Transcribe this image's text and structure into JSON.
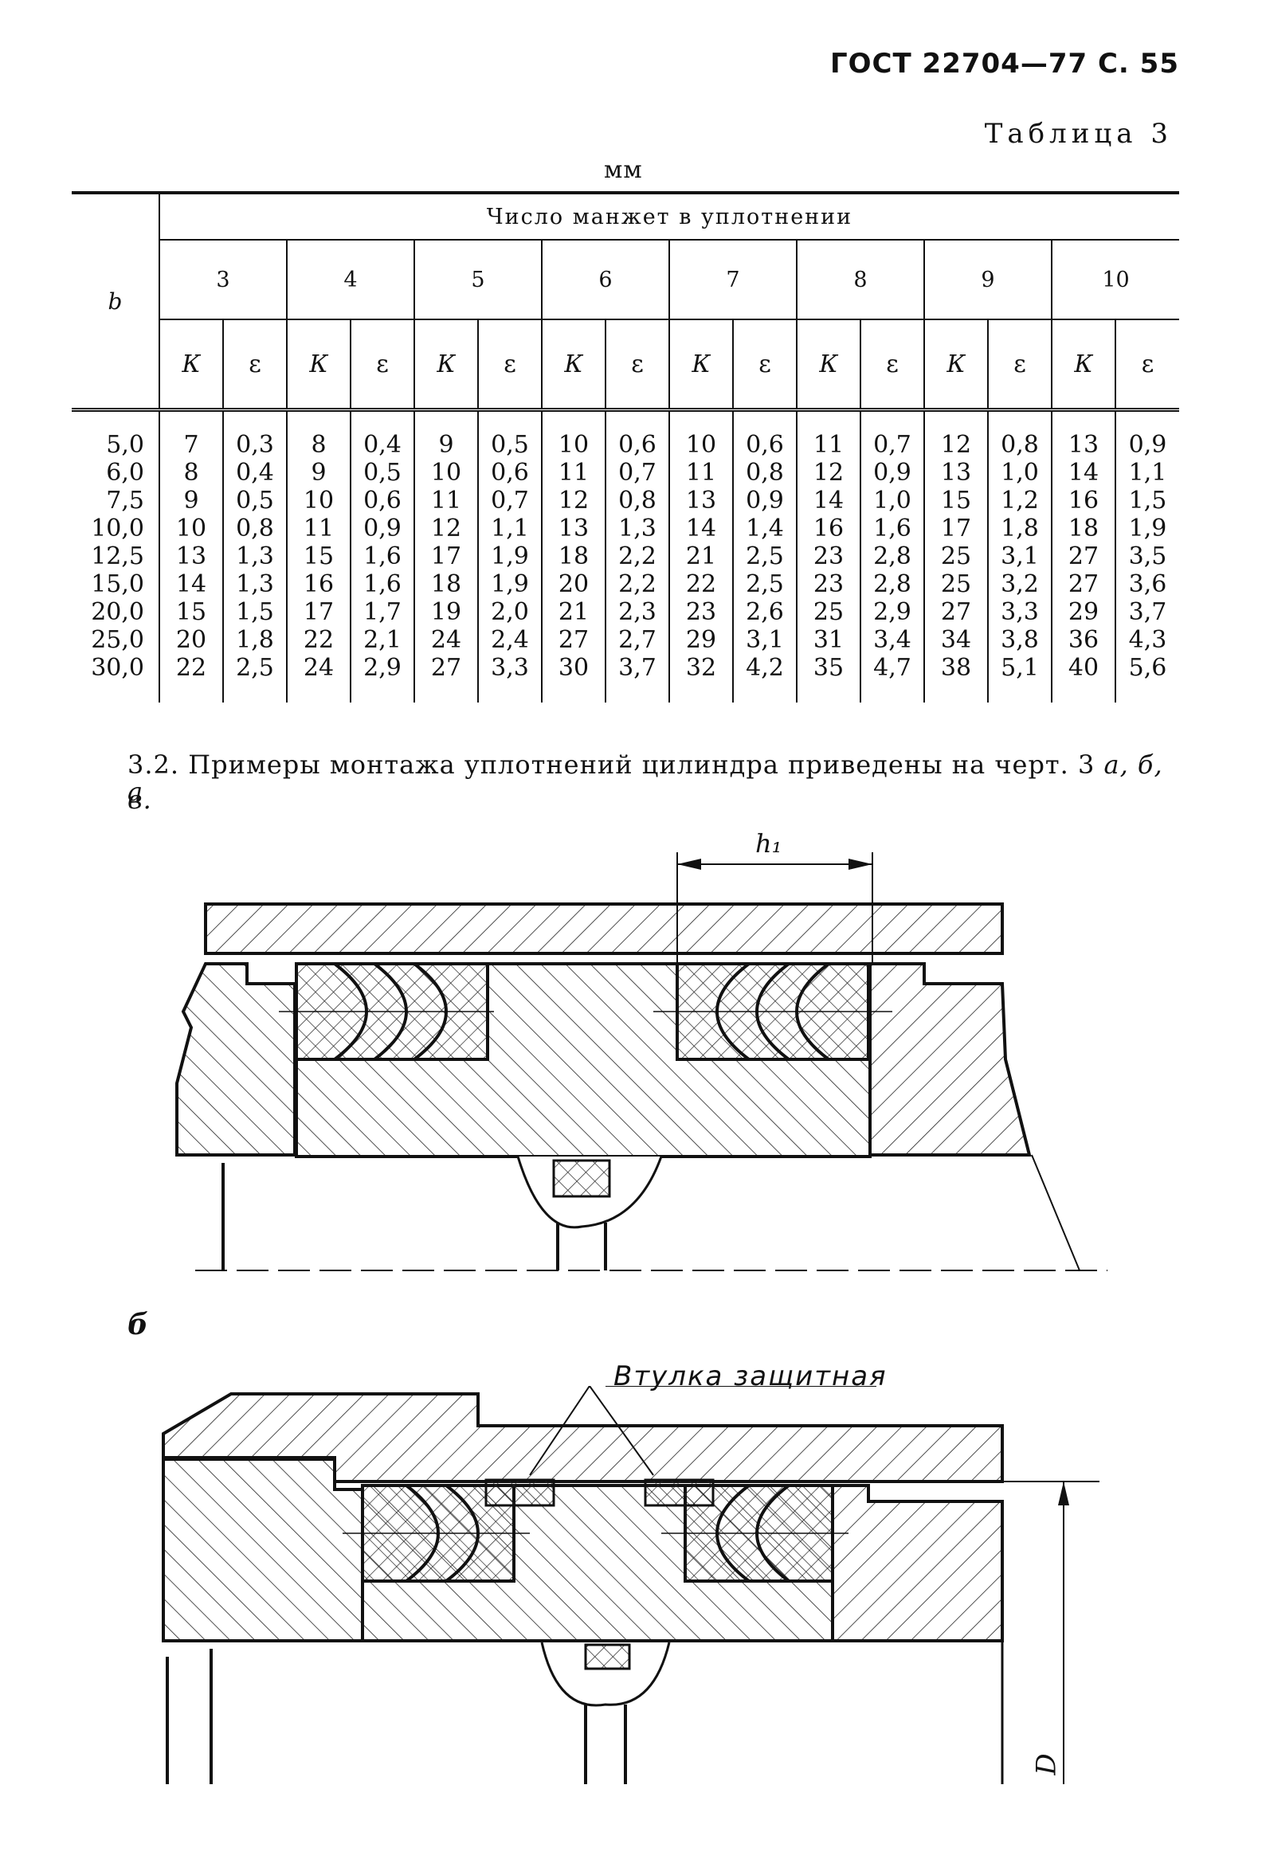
{
  "header": {
    "standard": "ГОСТ 22704—77 С. 55"
  },
  "table": {
    "title": "Таблица 3",
    "units": "мм",
    "b_label": "b",
    "group_label": "Число манжет в уплотнении",
    "counts": [
      "3",
      "4",
      "5",
      "6",
      "7",
      "8",
      "9",
      "10"
    ],
    "sub_k": "К",
    "sub_e": "ε",
    "rows": [
      {
        "b": "5,0",
        "cells": [
          "7",
          "0,3",
          "8",
          "0,4",
          "9",
          "0,5",
          "10",
          "0,6",
          "10",
          "0,6",
          "11",
          "0,7",
          "12",
          "0,8",
          "13",
          "0,9"
        ]
      },
      {
        "b": "6,0",
        "cells": [
          "8",
          "0,4",
          "9",
          "0,5",
          "10",
          "0,6",
          "11",
          "0,7",
          "11",
          "0,8",
          "12",
          "0,9",
          "13",
          "1,0",
          "14",
          "1,1"
        ]
      },
      {
        "b": "7,5",
        "cells": [
          "9",
          "0,5",
          "10",
          "0,6",
          "11",
          "0,7",
          "12",
          "0,8",
          "13",
          "0,9",
          "14",
          "1,0",
          "15",
          "1,2",
          "16",
          "1,5"
        ]
      },
      {
        "b": "10,0",
        "cells": [
          "10",
          "0,8",
          "11",
          "0,9",
          "12",
          "1,1",
          "13",
          "1,3",
          "14",
          "1,4",
          "16",
          "1,6",
          "17",
          "1,8",
          "18",
          "1,9"
        ]
      },
      {
        "b": "12,5",
        "cells": [
          "13",
          "1,3",
          "15",
          "1,6",
          "17",
          "1,9",
          "18",
          "2,2",
          "21",
          "2,5",
          "23",
          "2,8",
          "25",
          "3,1",
          "27",
          "3,5"
        ]
      },
      {
        "b": "15,0",
        "cells": [
          "14",
          "1,3",
          "16",
          "1,6",
          "18",
          "1,9",
          "20",
          "2,2",
          "22",
          "2,5",
          "23",
          "2,8",
          "25",
          "3,2",
          "27",
          "3,6"
        ]
      },
      {
        "b": "20,0",
        "cells": [
          "15",
          "1,5",
          "17",
          "1,7",
          "19",
          "2,0",
          "21",
          "2,3",
          "23",
          "2,6",
          "25",
          "2,9",
          "27",
          "3,3",
          "29",
          "3,7"
        ]
      },
      {
        "b": "25,0",
        "cells": [
          "20",
          "1,8",
          "22",
          "2,1",
          "24",
          "2,4",
          "27",
          "2,7",
          "29",
          "3,1",
          "31",
          "3,4",
          "34",
          "3,8",
          "36",
          "4,3"
        ]
      },
      {
        "b": "30,0",
        "cells": [
          "22",
          "2,5",
          "24",
          "2,9",
          "27",
          "3,3",
          "30",
          "3,7",
          "32",
          "4,2",
          "35",
          "4,7",
          "38",
          "5,1",
          "40",
          "5,6"
        ]
      }
    ]
  },
  "paragraph": {
    "text": "3.2. Примеры монтажа уплотнений цилиндра приведены на черт. 3",
    "refs": "а, б, в."
  },
  "figure_a": {
    "label": "а",
    "dimension": "h₁"
  },
  "figure_b": {
    "label": "б",
    "callout": "Втулка защитная",
    "dimension": "D"
  }
}
